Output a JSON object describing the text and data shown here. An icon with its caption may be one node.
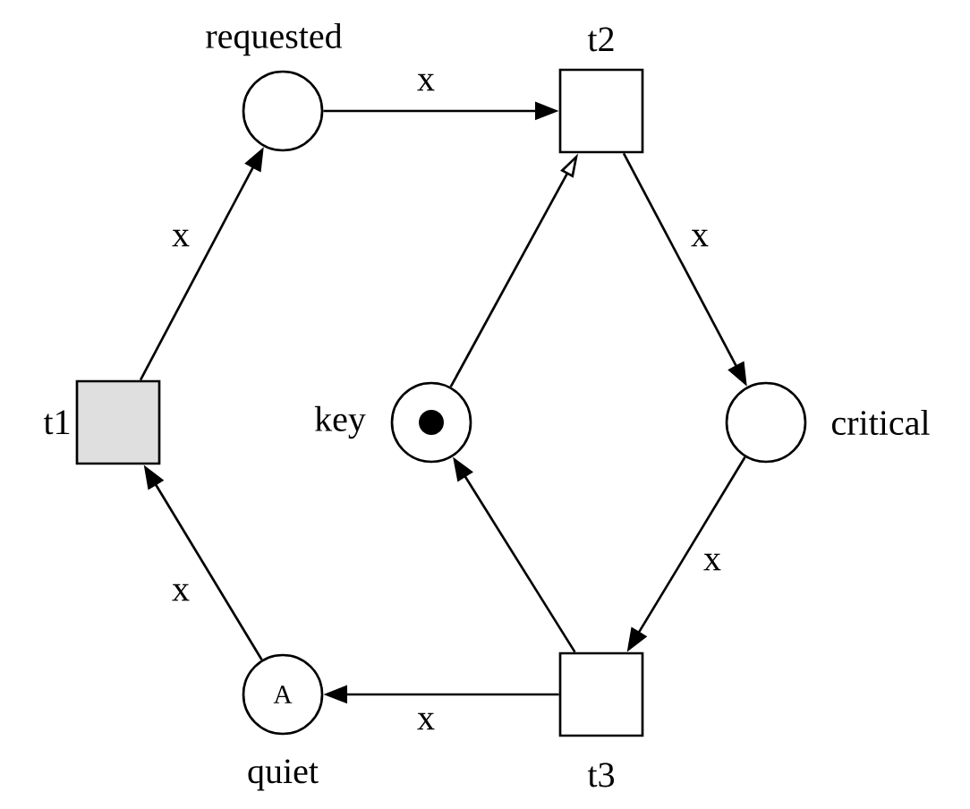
{
  "diagram": {
    "nodes": [
      {
        "text": [
          "requested"
        ]
      },
      {
        "text": [
          "t2"
        ]
      },
      {
        "text": [
          "t1"
        ]
      },
      {
        "text": [
          "key"
        ]
      },
      {
        "text": [
          "critical"
        ]
      },
      {
        "text": [
          "A",
          "quiet"
        ]
      },
      {
        "text": [
          "t3"
        ]
      }
    ],
    "edges": [
      {
        "from": 0,
        "to": 1,
        "arrow": "to",
        "label": "x"
      },
      {
        "from": 2,
        "to": 0,
        "arrow": "to",
        "label": "x"
      },
      {
        "from": 3,
        "to": 1,
        "arrow": "to"
      },
      {
        "from": 1,
        "to": 4,
        "arrow": "to",
        "label": "x"
      },
      {
        "from": 4,
        "to": 6,
        "arrow": "to",
        "label": "x"
      },
      {
        "from": 6,
        "to": 3,
        "arrow": "to"
      },
      {
        "from": 6,
        "to": 5,
        "arrow": "to",
        "label": "x"
      },
      {
        "from": 5,
        "to": 2,
        "arrow": "to",
        "label": "x"
      }
    ]
  }
}
